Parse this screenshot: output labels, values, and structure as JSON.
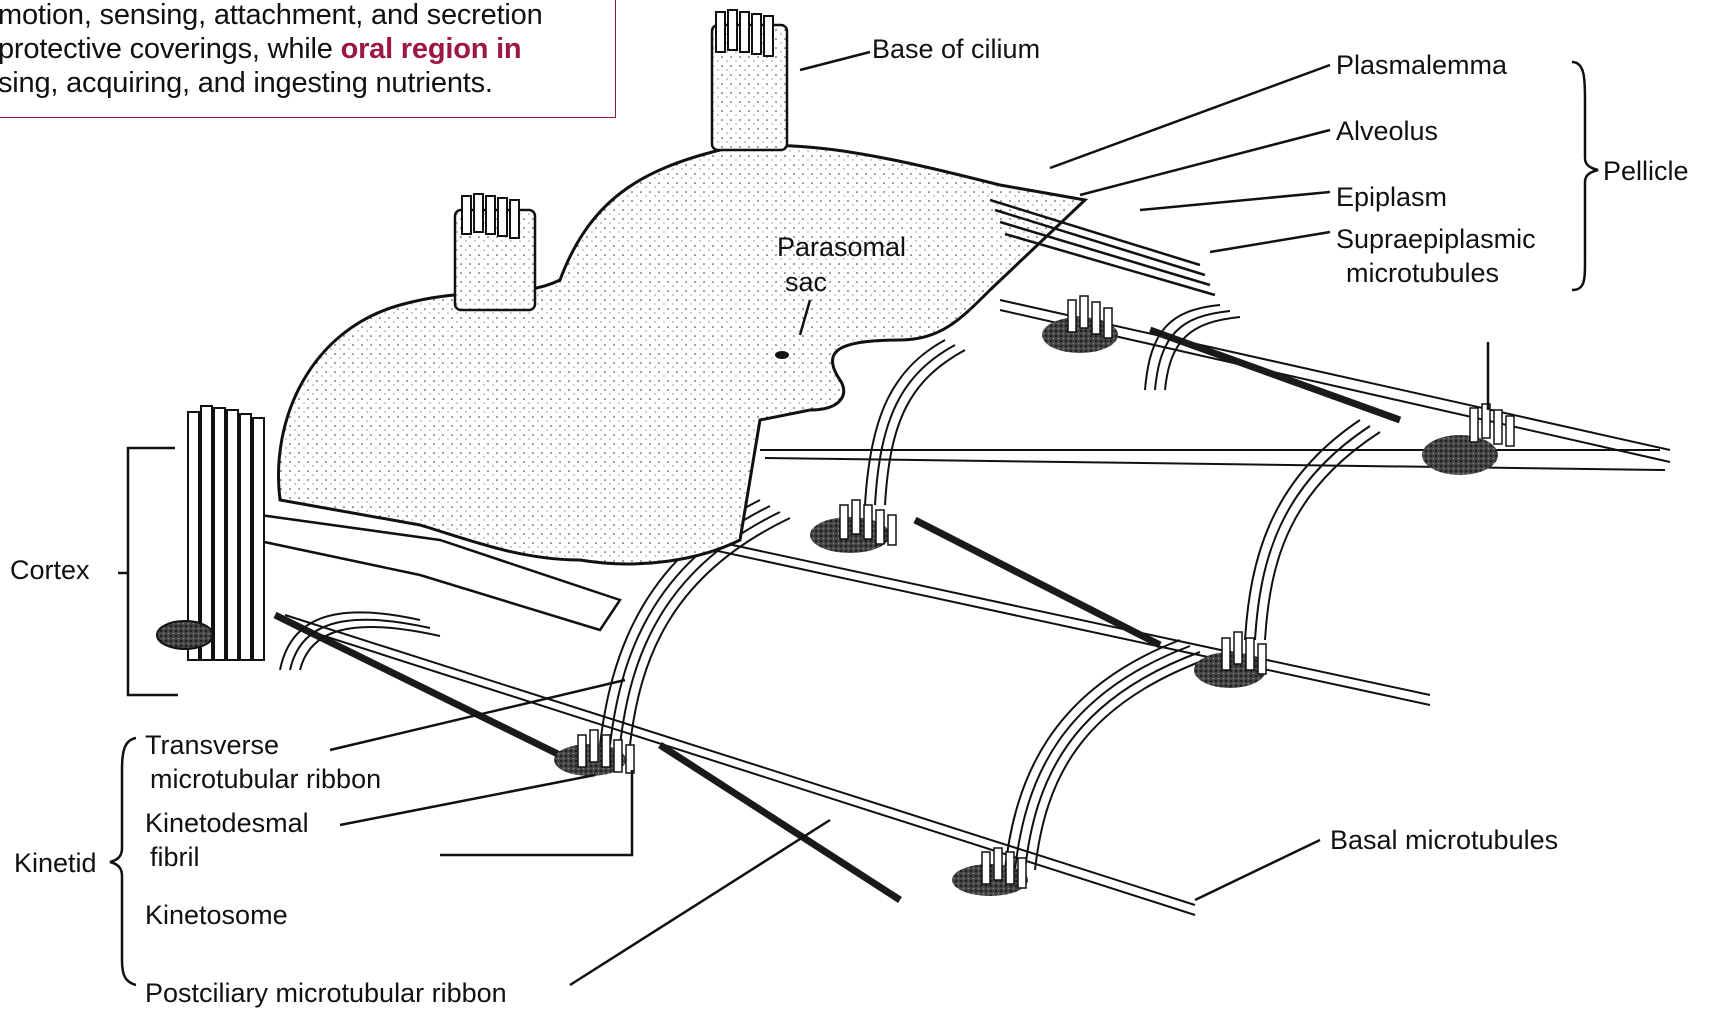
{
  "caption_box": {
    "line1": "motion, sensing, attachment, and secretion",
    "line2_a": "protective coverings, while ",
    "line2_b": "oral region in",
    "line3": "sing, acquiring, and ingesting nutrients.",
    "highlight_color": "#9c1746"
  },
  "labels": {
    "base_of_cilium": "Base of cilium",
    "plasmalemma": "Plasmalemma",
    "alveolus": "Alveolus",
    "epiplasm": "Epiplasm",
    "supraepiplasmic_1": "Supraepiplasmic",
    "supraepiplasmic_2": "microtubules",
    "pellicle": "Pellicle",
    "parasomal_1": "Parasomal",
    "parasomal_2": "sac",
    "cortex": "Cortex",
    "transverse_1": "Transverse",
    "transverse_2": "microtubular ribbon",
    "kinetodesmal_1": "Kinetodesmal",
    "kinetodesmal_2": "fibril",
    "kinetid": "Kinetid",
    "kinetosome": "Kinetosome",
    "postciliary": "Postciliary microtubular ribbon",
    "basal_microtubules": "Basal microtubules"
  }
}
